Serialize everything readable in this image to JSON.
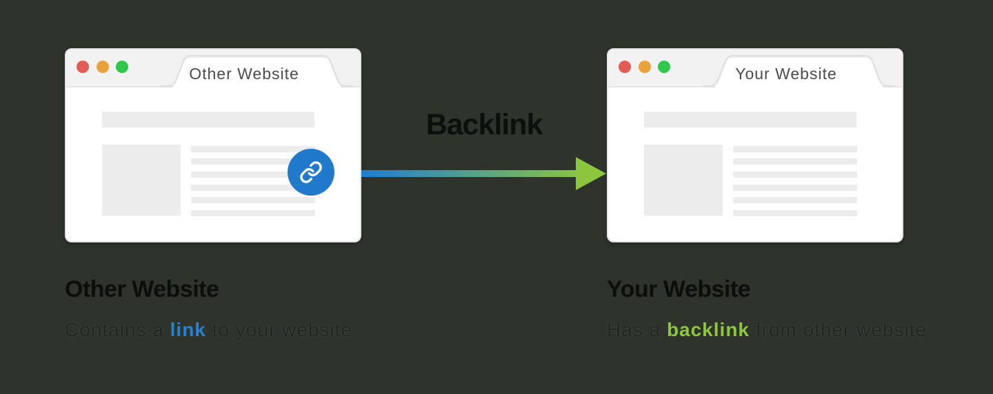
{
  "page": {
    "background_color": "#2e332c"
  },
  "arrow": {
    "label": "Backlink",
    "gradient_start": "#1f7ed3",
    "gradient_end": "#8cc63e"
  },
  "left_window": {
    "tab_title": "Other Website",
    "heading": "Other Website",
    "caption_pre": "Contains a ",
    "caption_highlight": "link",
    "caption_post": " to your website",
    "highlight_color": "#2484cd",
    "link_button_color": "#2079ca"
  },
  "right_window": {
    "tab_title": "Your Website",
    "heading": "Your Website",
    "caption_pre": "Has a ",
    "caption_highlight": "backlink",
    "caption_post": " from other website",
    "highlight_color": "#8dc63f"
  },
  "traffic_lights": {
    "red": "#e25c55",
    "orange": "#e9a23b",
    "green": "#2fc84a"
  },
  "icons": {
    "link_button": "link-icon",
    "window_controls": [
      "close-dot",
      "minimize-dot",
      "maximize-dot"
    ]
  }
}
